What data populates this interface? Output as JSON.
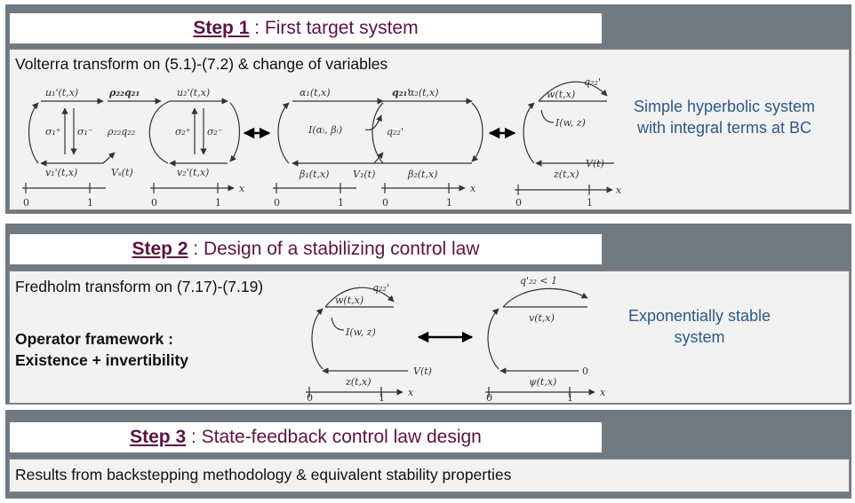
{
  "step1": {
    "step_label": "Step 1",
    "title": " : First target system",
    "description": "Volterra transform on (5.1)-(7.2) & change of variables",
    "result": [
      "Simple hyperbolic system",
      "with integral terms at BC"
    ],
    "diagram": {
      "u1": "u₁'(t,x)",
      "v1": "v₁'(t,x)",
      "sig1p": "σ₁⁺",
      "sig1m": "σ₁⁻",
      "rho_q21": "ρ₂₂q₂₁",
      "rho_q22": "ρ₂₂q₂₂",
      "Vs": "Vₛ(t)",
      "u2": "u₂'(t,x)",
      "v2": "v₂'(t,x)",
      "sig2p": "σ₂⁺",
      "sig2m": "σ₂⁻",
      "alpha1": "α₁(t,x)",
      "alpha2": "α₂(t,x)",
      "beta1": "β₁(t,x)",
      "beta2": "β₂(t,x)",
      "q21p": "q₂₁'",
      "q22p": "q₂₂'",
      "I_ab": "I(αᵢ, βᵢ)",
      "V1": "V₁(t)",
      "w": "w(t,x)",
      "q22p_b": "q₂₂'",
      "Iwz": "I(w, z)",
      "z": "z(t,x)",
      "Vt": "V(t)",
      "t0": "0",
      "t1": "1",
      "xlab": "x"
    }
  },
  "step2": {
    "step_label": "Step 2",
    "title": " : Design of a stabilizing control law",
    "description": "Fredholm transform on (7.17)-(7.19)",
    "framework": "Operator framework :",
    "existence": "Existence + invertibility",
    "result": [
      "Exponentially stable",
      "system"
    ],
    "diagram": {
      "w": "w(t,x)",
      "q22p": "q₂₂'",
      "Iwz": "I(w, z)",
      "z": "z(t,x)",
      "Vt": "V(t)",
      "cond": "q'₂₂ < 1",
      "v": "v(t,x)",
      "psi": "ψ(t,x)",
      "zero": "0",
      "t0": "0",
      "t1": "1",
      "xlab": "x"
    }
  },
  "step3": {
    "step_label": "Step 3",
    "title": " : State-feedback control law design",
    "description": "Results from backstepping methodology & equivalent stability properties"
  }
}
